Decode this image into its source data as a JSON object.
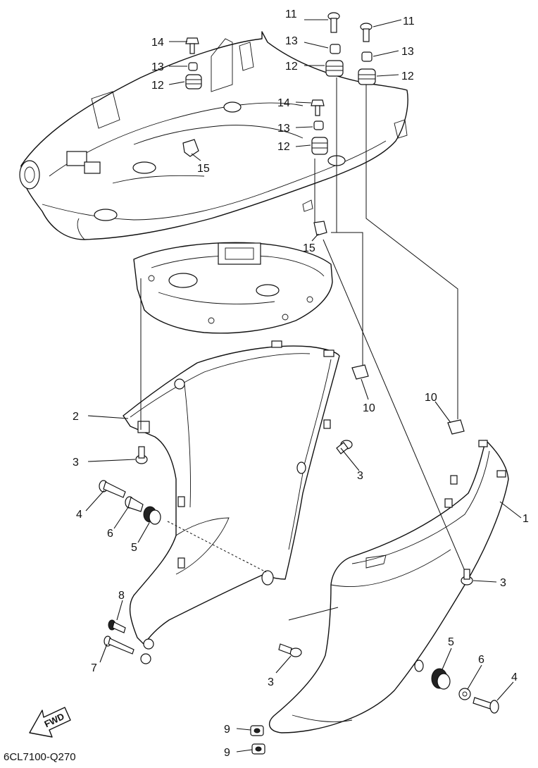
{
  "diagram_code": "6CL7100-Q270",
  "fwd_label": "FWD",
  "callouts": [
    {
      "id": "c11a",
      "label": "11"
    },
    {
      "id": "c11b",
      "label": "11"
    },
    {
      "id": "c14a",
      "label": "14"
    },
    {
      "id": "c13a",
      "label": "13"
    },
    {
      "id": "c13b",
      "label": "13"
    },
    {
      "id": "c12a",
      "label": "12"
    },
    {
      "id": "c12b",
      "label": "12"
    },
    {
      "id": "c12c",
      "label": "12"
    },
    {
      "id": "c13c",
      "label": "13"
    },
    {
      "id": "c14b",
      "label": "14"
    },
    {
      "id": "c13d",
      "label": "13"
    },
    {
      "id": "c12d",
      "label": "12"
    },
    {
      "id": "c15a",
      "label": "15"
    },
    {
      "id": "c15b",
      "label": "15"
    },
    {
      "id": "c10a",
      "label": "10"
    },
    {
      "id": "c10b",
      "label": "10"
    },
    {
      "id": "c2",
      "label": "2"
    },
    {
      "id": "c3a",
      "label": "3"
    },
    {
      "id": "c3b",
      "label": "3"
    },
    {
      "id": "c1",
      "label": "1"
    },
    {
      "id": "c4a",
      "label": "4"
    },
    {
      "id": "c6a",
      "label": "6"
    },
    {
      "id": "c5a",
      "label": "5"
    },
    {
      "id": "c3c",
      "label": "3"
    },
    {
      "id": "c8",
      "label": "8"
    },
    {
      "id": "c7",
      "label": "7"
    },
    {
      "id": "c3d",
      "label": "3"
    },
    {
      "id": "c5b",
      "label": "5"
    },
    {
      "id": "c6b",
      "label": "6"
    },
    {
      "id": "c4b",
      "label": "4"
    },
    {
      "id": "c9a",
      "label": "9"
    },
    {
      "id": "c9b",
      "label": "9"
    }
  ]
}
